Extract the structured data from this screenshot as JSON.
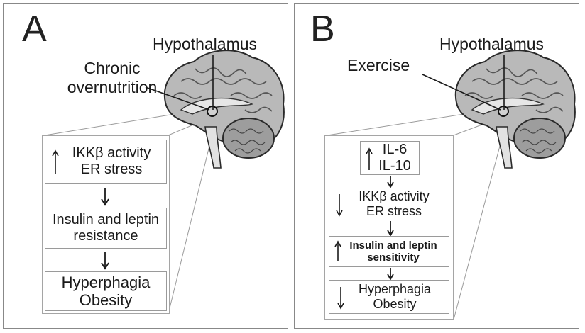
{
  "panel_a": {
    "letter": "A",
    "region_label": "Hypothalamus",
    "stimulus_line1": "Chronic",
    "stimulus_line2": "overnutrition",
    "box1_line1": "IKKβ activity",
    "box1_line2": "ER stress",
    "box2_line1": "Insulin and leptin",
    "box2_line2": "resistance",
    "box3_line1": "Hyperphagia",
    "box3_line2": "Obesity"
  },
  "panel_b": {
    "letter": "B",
    "region_label": "Hypothalamus",
    "stimulus": "Exercise",
    "box1_line1": "IL-6",
    "box1_line2": "IL-10",
    "box2_line1": "IKKβ activity",
    "box2_line2": "ER stress",
    "box3_line1": "Insulin and leptin",
    "box3_line2": "sensitivity",
    "box4_line1": "Hyperphagia",
    "box4_line2": "Obesity"
  }
}
